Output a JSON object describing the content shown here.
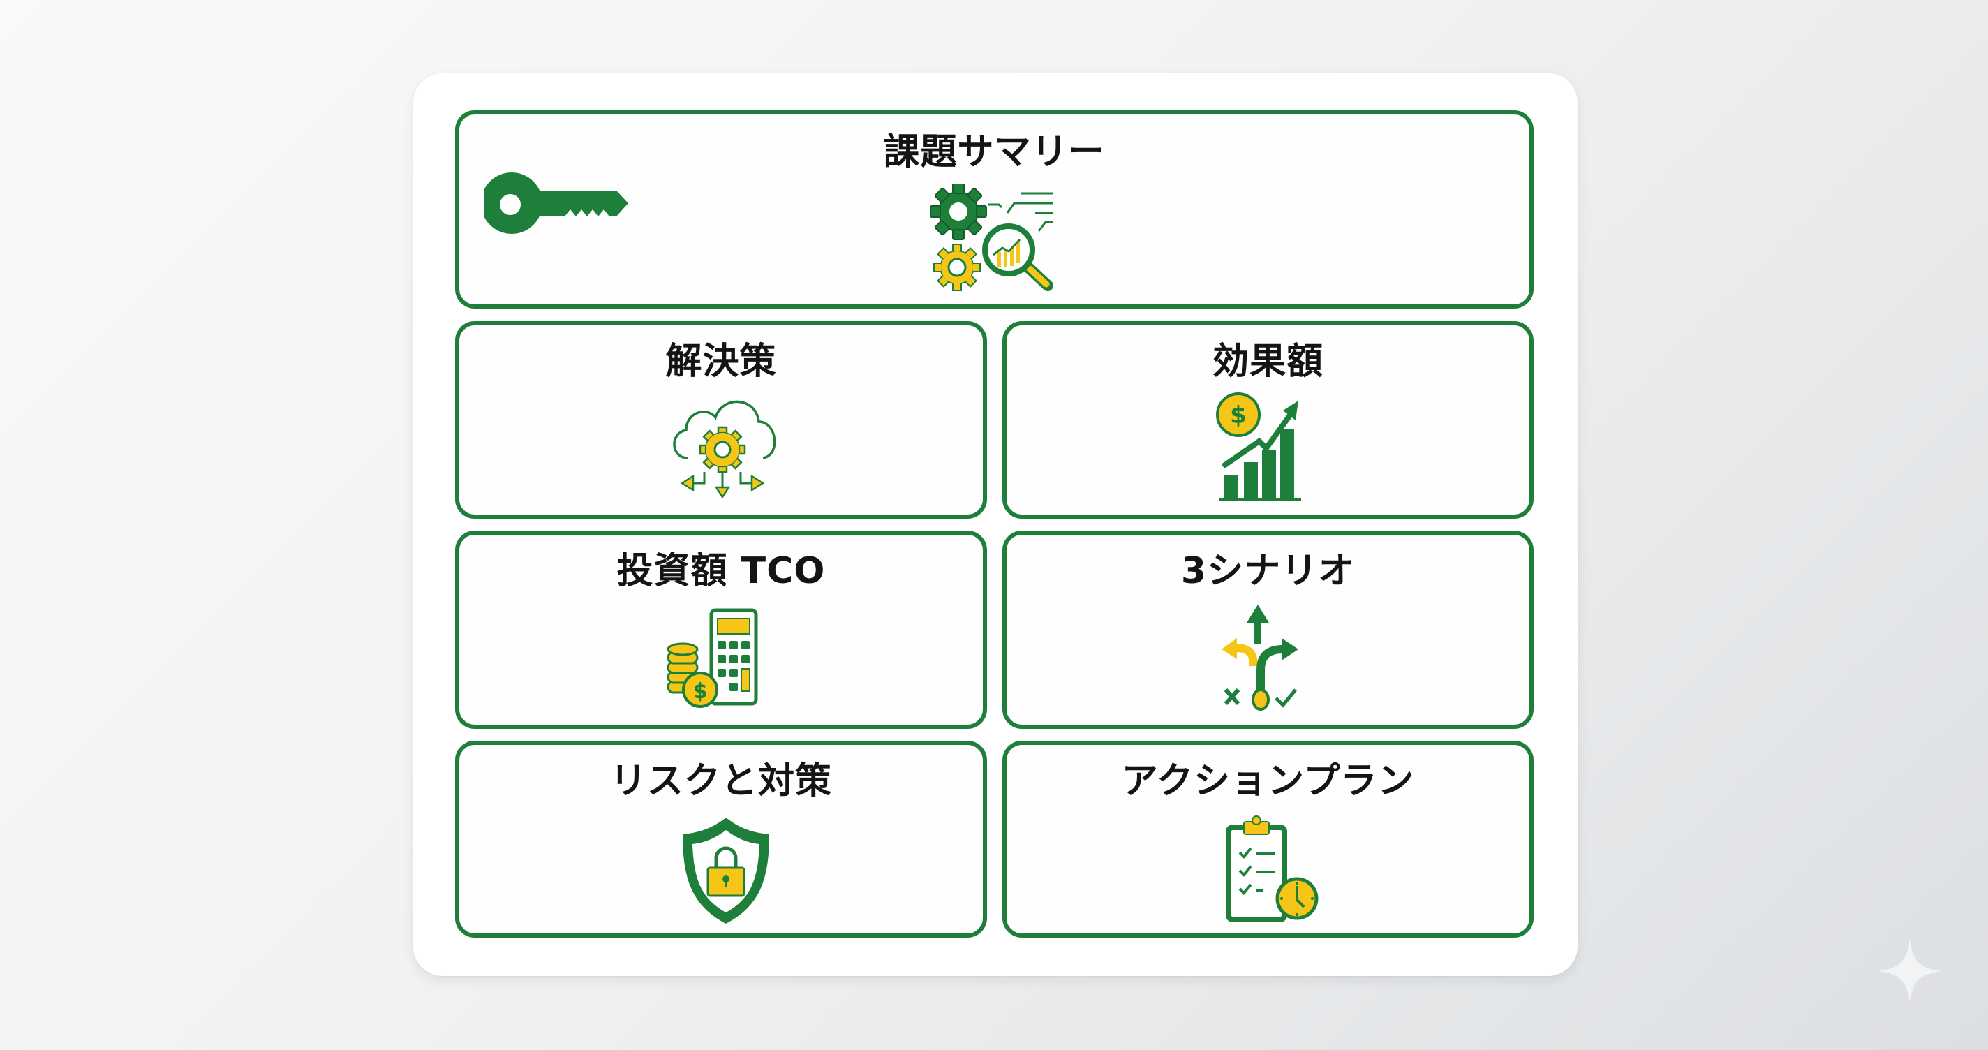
{
  "colors": {
    "primary_green": "#1e7f3a",
    "accent_yellow": "#f5c518",
    "text": "#141414",
    "card_bg": "#ffffff"
  },
  "summary": {
    "title": "課題サマリー",
    "left_icon": "key-icon",
    "icon": "gears-magnifier-chart-icon"
  },
  "tiles": [
    {
      "title": "解決策",
      "icon": "cloud-gear-distribution-icon"
    },
    {
      "title": "効果額",
      "icon": "dollar-growth-chart-icon"
    },
    {
      "title": "投資額 TCO",
      "icon": "coins-calculator-icon"
    },
    {
      "title": "3シナリオ",
      "icon": "branching-arrows-icon"
    },
    {
      "title": "リスクと対策",
      "icon": "shield-lock-icon"
    },
    {
      "title": "アクションプラン",
      "icon": "clipboard-checklist-clock-icon"
    }
  ],
  "watermark": {
    "icon": "sparkle-icon"
  }
}
